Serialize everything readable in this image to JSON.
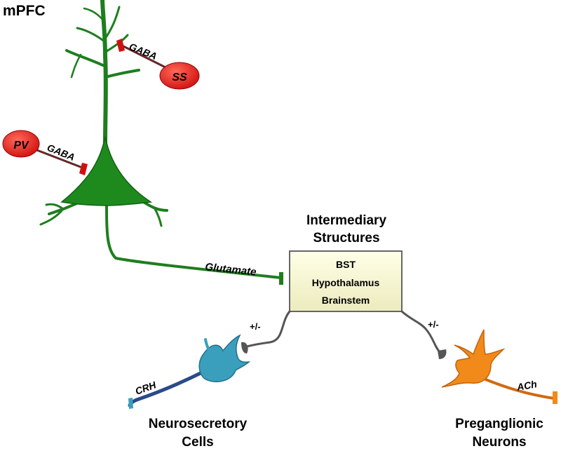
{
  "region_label": "mPFC",
  "interneurons": {
    "ss": {
      "label": "SS",
      "transmitter": "GABA"
    },
    "pv": {
      "label": "PV",
      "transmitter": "GABA"
    }
  },
  "pyramidal_output": {
    "transmitter": "Glutamate"
  },
  "intermediary": {
    "title_line1": "Intermediary",
    "title_line2": "Structures",
    "items": [
      "BST",
      "Hypothalamus",
      "Brainstem"
    ]
  },
  "modulation_left": "+/-",
  "modulation_right": "+/-",
  "neurosecretory": {
    "transmitter": "CRH",
    "label_line1": "Neurosecretory",
    "label_line2": "Cells"
  },
  "preganglionic": {
    "transmitter": "ACh",
    "label_line1": "Preganglionic",
    "label_line2": "Neurons"
  },
  "colors": {
    "pyramidal": "#1e7e1e",
    "interneuron": "#e01515",
    "box_fill": "#fafad2",
    "neurosecretory": "#3a9fbd",
    "preganglionic": "#f28a1a",
    "connector": "#555555"
  }
}
